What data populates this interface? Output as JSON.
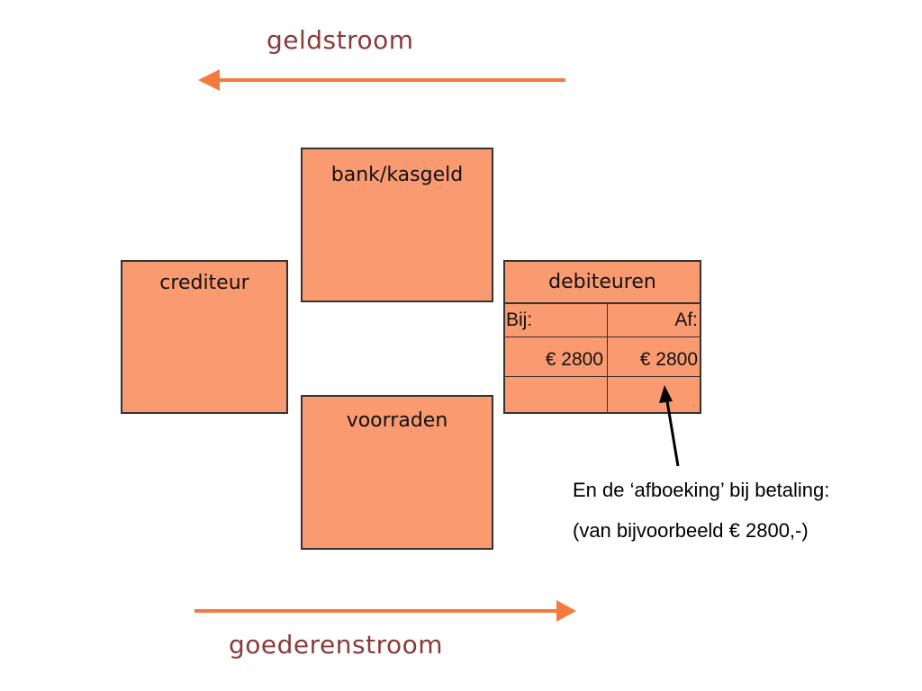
{
  "flows": {
    "money": "geldstroom",
    "goods": "goederenstroom"
  },
  "boxes": {
    "bank": "bank/kasgeld",
    "creditor": "crediteur",
    "stock": "voorraden",
    "debtors": "debiteuren"
  },
  "ledger": {
    "col_debit": "Bij:",
    "col_credit": "Af:",
    "debit_value": "€ 2800",
    "credit_value": "€ 2800"
  },
  "note": {
    "line1": "En de ‘afboeking’ bij betaling:",
    "line2": "(van bijvoorbeeld € 2800,-)"
  },
  "colors": {
    "box_fill": "#fa9a70",
    "arrow": "#f47a3e",
    "label": "#8b3a3a"
  }
}
